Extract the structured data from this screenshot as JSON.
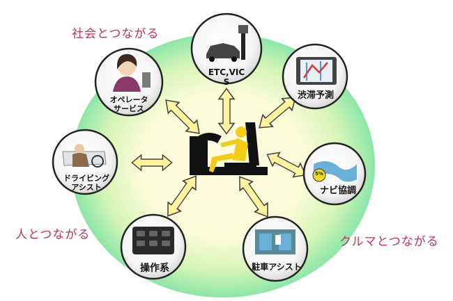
{
  "categories": {
    "society": "社会とつながる",
    "people": "人とつながる",
    "car": "クルマとつながる"
  },
  "nodes": [
    {
      "id": "operator",
      "label_lines": [
        "オペレータ",
        "サービス"
      ]
    },
    {
      "id": "etc",
      "label_lines": [
        "ETC,VIC",
        "S"
      ]
    },
    {
      "id": "traffic",
      "label_lines": [
        "渋滞予測"
      ]
    },
    {
      "id": "navi",
      "label_lines": [
        "ナビ協調"
      ]
    },
    {
      "id": "parking",
      "label_lines": [
        "駐車アシスト"
      ]
    },
    {
      "id": "controls",
      "label_lines": [
        "操作系"
      ]
    },
    {
      "id": "driving",
      "label_lines": [
        "ドライビング",
        "アシスト"
      ]
    }
  ],
  "navi_badge": "5%",
  "colors": {
    "halo_outer": "#8ce6a8",
    "halo_inner": "#fffbe0",
    "arrow_fill": "#fff3a0",
    "arrow_stroke": "#444444",
    "caption": "#c0306a",
    "driver": "#f2cd18"
  }
}
